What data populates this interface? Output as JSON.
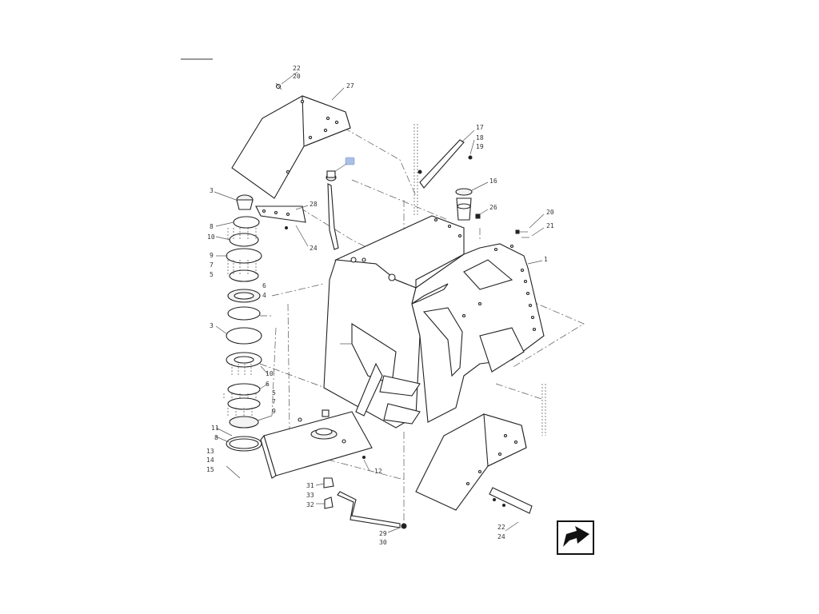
{
  "diagram": {
    "highlight_color": "#a9bfe6",
    "line_color": "#222222",
    "nav_icon": "next-page-arrow-icon",
    "callouts": {
      "c22a": "22",
      "c20a": "20",
      "c27": "27",
      "c17": "17",
      "c18a": "18",
      "c19": "19",
      "c16": "16",
      "c26": "26",
      "c20b": "20",
      "c21": "21",
      "c1": "1",
      "c28": "28",
      "c24a": "24",
      "c3a": "3",
      "c8a": "8",
      "c10a": "10",
      "c9a": "9",
      "c7a": "7",
      "c5a": "5",
      "c6a": "6",
      "c4a": "4",
      "c3b": "3",
      "c10b": "10",
      "c6b": "6",
      "c5b": "5",
      "c7b": "7",
      "c9b": "9",
      "c11": "11",
      "c8b": "8",
      "c13": "13",
      "c14": "14",
      "c15": "15",
      "c12": "12",
      "c31": "31",
      "c33": "33",
      "c32": "32",
      "c29": "29",
      "c30": "30",
      "c22b": "22",
      "c24b": "24"
    }
  }
}
